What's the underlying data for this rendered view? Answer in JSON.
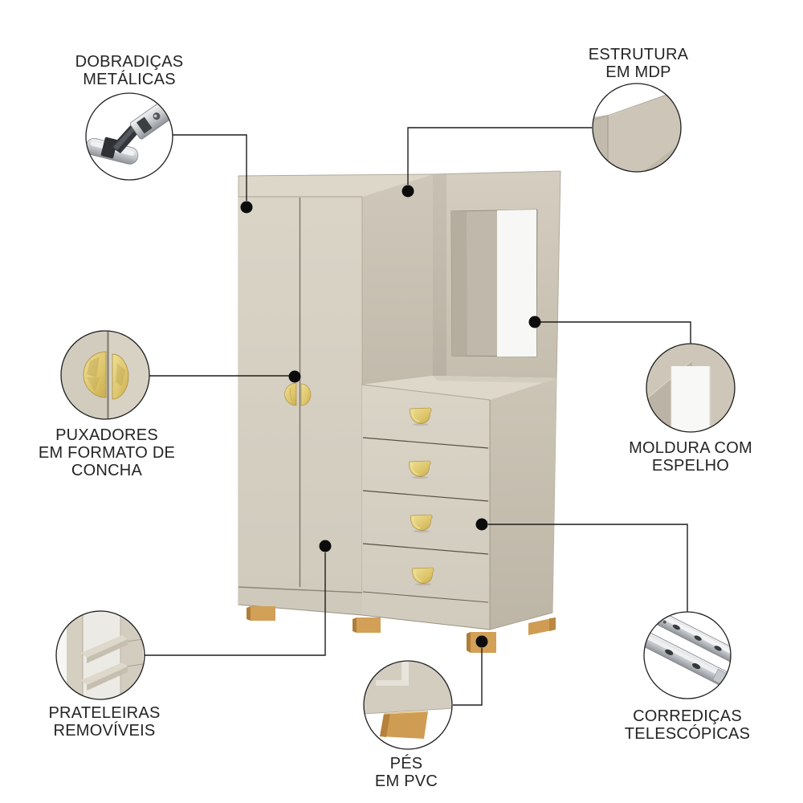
{
  "page": {
    "background": "#ffffff",
    "language": "pt-BR",
    "subject": "Diagrama de características de guarda-roupa multiuso com cômoda e espelho"
  },
  "palette": {
    "body_beige": "#d6d0c3",
    "body_beige_dark": "#c6bfb0",
    "body_beige_light": "#ded8ca",
    "mirror_white": "#f8f8f6",
    "handle_gold": "#e0c96f",
    "foot_wood": "#d2a057",
    "metal_silver": "#d9dbdd",
    "line_black": "#1d1d1d",
    "text_color": "#242424"
  },
  "callouts": {
    "hinges": {
      "lines": [
        "DOBRADIÇAS",
        "METÁLICAS"
      ],
      "icon": "metal-hinge-icon"
    },
    "structure": {
      "lines": [
        "ESTRUTURA",
        "EM MDP"
      ],
      "icon": "mdp-panel-corner-icon"
    },
    "handles": {
      "lines": [
        "PUXADORES",
        "EM FORMATO DE",
        "CONCHA"
      ],
      "icon": "shell-handles-icon"
    },
    "mirror": {
      "lines": [
        "MOLDURA COM",
        "ESPELHO"
      ],
      "icon": "mirror-frame-icon"
    },
    "shelves": {
      "lines": [
        "PRATELEIRAS",
        "REMOVÍVEIS"
      ],
      "icon": "removable-shelves-icon"
    },
    "feet": {
      "lines": [
        "PÉS",
        "EM PVC"
      ],
      "icon": "pvc-foot-icon"
    },
    "slides": {
      "lines": [
        "CORREDIÇAS",
        "TELESCÓPICAS"
      ],
      "icon": "telescopic-slides-icon"
    }
  }
}
